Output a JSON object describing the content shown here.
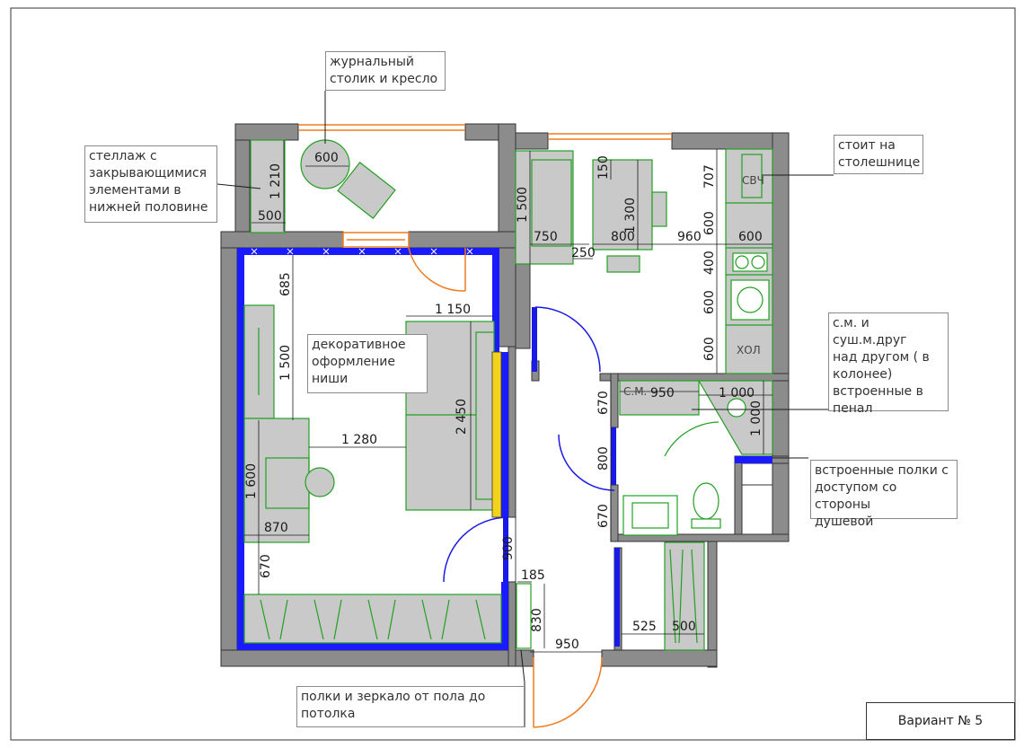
{
  "notes": {
    "coffee_table": "журнальный\nстолик и кресло",
    "shelving": "стеллаж с\nзакрывающимися\nэлементами в\nнижней половине",
    "microwave": "стоит на\nстолешнице",
    "niche": "декоративное\nоформление\nниши",
    "washer": "с.м. и суш.м.друг\nнад другом ( в\nколонее)\nвстроенные в\nпенал",
    "shelves_shower": "встроенные полки с\nдоступом со стороны\nдушевой",
    "mirror": "полки и зеркало от пола до\nпотолка"
  },
  "variant": "Вариант № 5",
  "labels": {
    "microwave": "СВЧ",
    "fridge": "ХОЛ",
    "washer": "С.М."
  },
  "dimensions": {
    "d600_table": "600",
    "d1210": "1 210",
    "d500_left": "500",
    "d685": "685",
    "d1500_left": "1 500",
    "d1150": "1 150",
    "d2450": "2 450",
    "d1280": "1 280",
    "d1600": "1 600",
    "d870": "870",
    "d670_left": "670",
    "d1500_sofa": "1 500",
    "d750": "750",
    "d150": "150",
    "d1300": "1 300",
    "d800_table": "800",
    "d250": "250",
    "d960": "960",
    "d707": "707",
    "d600_k1": "600",
    "d600_k2": "600",
    "d400": "400",
    "d600_k3": "600",
    "d600_k4": "600",
    "d950_wm": "950",
    "d1000_h": "1 000",
    "d1000_v": "1 000",
    "d670_c1": "670",
    "d800_door": "800",
    "d670_c2": "670",
    "d900": "900",
    "d185": "185",
    "d830": "830",
    "d950_bottom": "950",
    "d525": "525",
    "d500_bottom": "500"
  },
  "colors": {
    "wall": "#8c8c8c",
    "insulation": "#1a1aff",
    "furniture": "#c9c9c9",
    "furniture_outline": "#22a022",
    "door": "#1a1ae6",
    "window": "#f07a1e",
    "niche": "#f2d21b"
  }
}
